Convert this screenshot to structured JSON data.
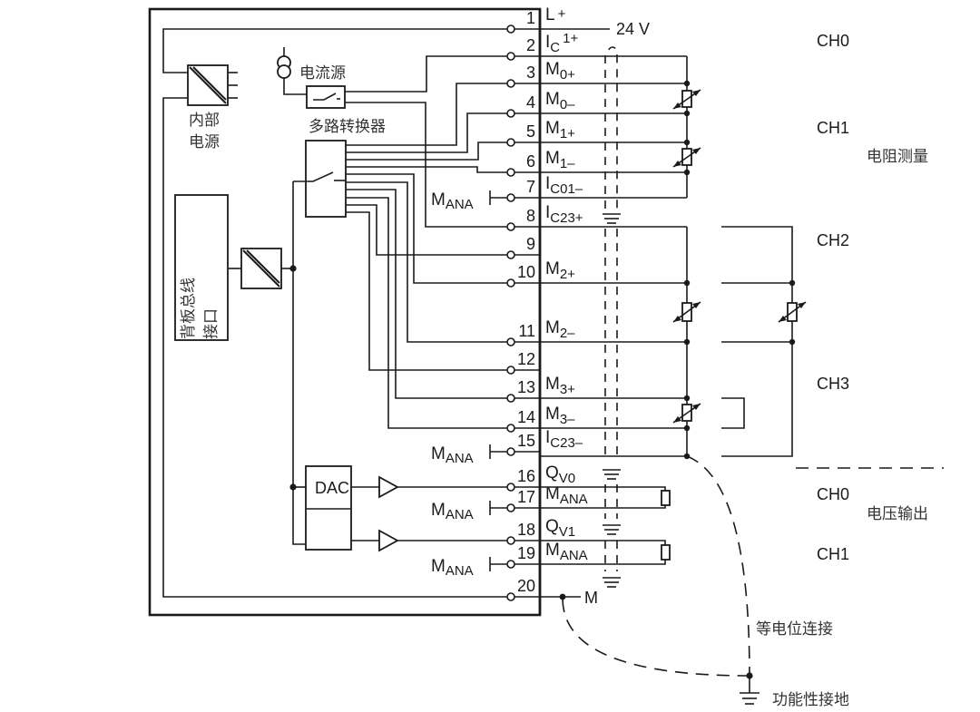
{
  "diagram": {
    "title": "Analog module wiring: resistance measurement and voltage output",
    "supply_voltage": "24 V",
    "blocks": {
      "internal_power": [
        "内部",
        "电源"
      ],
      "current_source": "电流源",
      "multiplexer": "多路转换器",
      "backplane": [
        "背板总线",
        "接口"
      ],
      "dac": "DAC"
    },
    "pins": [
      {
        "num": "1",
        "sig": "L",
        "sub": "",
        "sup": "+"
      },
      {
        "num": "2",
        "sig": "I",
        "sub": "C",
        "sup": "1+"
      },
      {
        "num": "3",
        "sig": "M",
        "sub": "0+",
        "sup": ""
      },
      {
        "num": "4",
        "sig": "M",
        "sub": "0–",
        "sup": ""
      },
      {
        "num": "5",
        "sig": "M",
        "sub": "1+",
        "sup": ""
      },
      {
        "num": "6",
        "sig": "M",
        "sub": "1–",
        "sup": ""
      },
      {
        "num": "7",
        "sig": "I",
        "sub": "C01–",
        "sup": ""
      },
      {
        "num": "8",
        "sig": "I",
        "sub": "C23+",
        "sup": ""
      },
      {
        "num": "9",
        "sig": "",
        "sub": "",
        "sup": ""
      },
      {
        "num": "10",
        "sig": "M",
        "sub": "2+",
        "sup": ""
      },
      {
        "num": "11",
        "sig": "M",
        "sub": "2–",
        "sup": ""
      },
      {
        "num": "12",
        "sig": "",
        "sub": "",
        "sup": ""
      },
      {
        "num": "13",
        "sig": "M",
        "sub": "3+",
        "sup": ""
      },
      {
        "num": "14",
        "sig": "M",
        "sub": "3–",
        "sup": ""
      },
      {
        "num": "15",
        "sig": "I",
        "sub": "C23–",
        "sup": ""
      },
      {
        "num": "16",
        "sig": "Q",
        "sub": "V0",
        "sup": ""
      },
      {
        "num": "17",
        "sig": "M",
        "sub": "ANA",
        "sup": ""
      },
      {
        "num": "18",
        "sig": "Q",
        "sub": "V1",
        "sup": ""
      },
      {
        "num": "19",
        "sig": "M",
        "sub": "ANA",
        "sup": ""
      },
      {
        "num": "20",
        "sig": "",
        "sub": "",
        "sup": ""
      }
    ],
    "mana_label": {
      "main": "M",
      "sub": "ANA"
    },
    "ground_m": "M",
    "channels": {
      "resistance": [
        "CH0",
        "CH1",
        "CH2",
        "CH3"
      ],
      "resistance_label": "电阻测量",
      "voltage": [
        "CH0",
        "CH1"
      ],
      "voltage_label": "电压输出"
    },
    "equipotential_label": "等电位连接",
    "functional_ground_label": "功能性接地"
  }
}
